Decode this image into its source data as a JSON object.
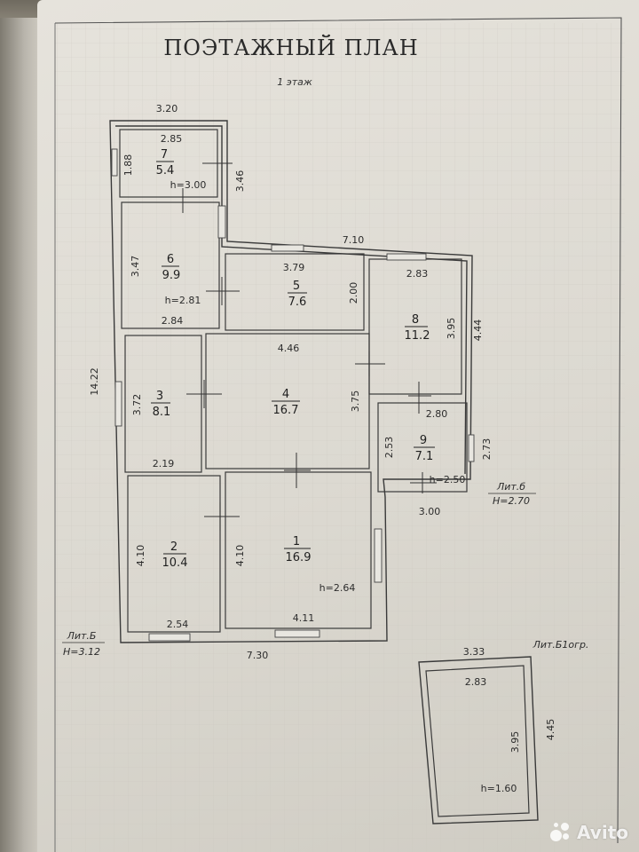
{
  "header": {
    "title": "ПОЭТАЖНЫЙ ПЛАН",
    "floor": "1 этаж"
  },
  "rooms": [
    {
      "id": "7",
      "num": "7",
      "area": "5.4",
      "width": "2.85",
      "depth": "1.88",
      "height": "h=3.00"
    },
    {
      "id": "6",
      "num": "6",
      "area": "9.9",
      "depth": "3.47",
      "width": "2.84",
      "height": "h=2.81"
    },
    {
      "id": "5",
      "num": "5",
      "area": "7.6",
      "width": "3.79",
      "depth": "2.00"
    },
    {
      "id": "8",
      "num": "8",
      "area": "11.2",
      "width": "2.83",
      "depth": "3.95"
    },
    {
      "id": "4",
      "num": "4",
      "area": "16.7",
      "width": "4.46",
      "depth": "3.75"
    },
    {
      "id": "3",
      "num": "3",
      "area": "8.1",
      "depth": "3.72",
      "width": "2.19"
    },
    {
      "id": "9",
      "num": "9",
      "area": "7.1",
      "width": "2.80",
      "depth": "2.53",
      "height": "h=2.50"
    },
    {
      "id": "2",
      "num": "2",
      "area": "10.4",
      "depth": "4.10",
      "width": "2.54"
    },
    {
      "id": "1",
      "num": "1",
      "area": "16.9",
      "depth": "4.10",
      "width": "4.11",
      "height": "h=2.64"
    }
  ],
  "outer_dims": {
    "top_left": "3.20",
    "wing_depth": "3.46",
    "top_main": "7.10",
    "right_depth": "4.44",
    "annex_depth": "2.73",
    "annex_width": "3.00",
    "total_depth": "14.22",
    "bottom_width": "7.30"
  },
  "labels": {
    "lit_b_main": "Лит.Б",
    "lit_b_main_h": "H=3.12",
    "lit_b_annex": "Лит.б",
    "lit_b_annex_h": "H=2.70",
    "lit_b1": "Лит.Б1огр."
  },
  "outbuilding": {
    "outer_width": "3.33",
    "inner_width": "2.83",
    "inner_depth": "3.95",
    "outer_depth": "4.45",
    "height": "h=1.60"
  },
  "watermark": {
    "text": "Avito"
  }
}
